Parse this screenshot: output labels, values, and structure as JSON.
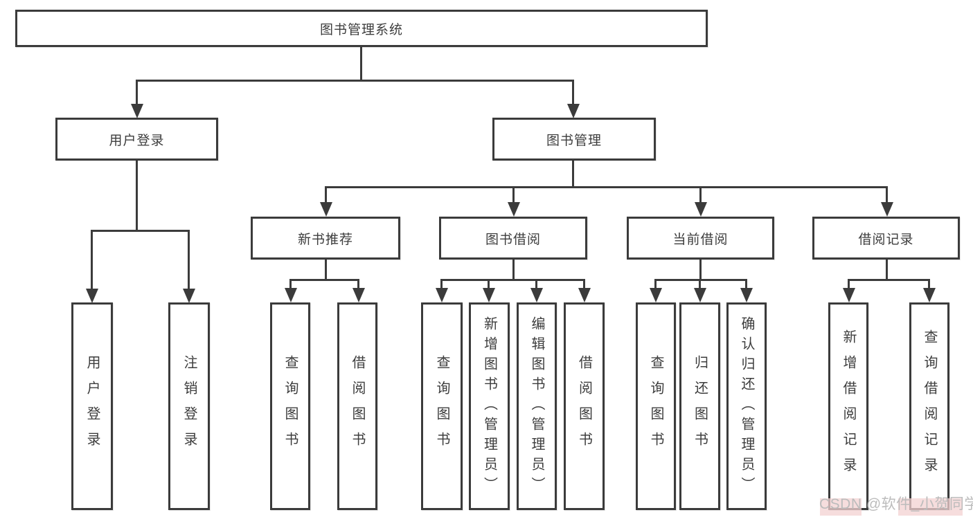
{
  "tree": {
    "label": "图书管理系统",
    "children": [
      {
        "label": "用户登录",
        "children": [
          {
            "label": "用户登录"
          },
          {
            "label": "注销登录"
          }
        ]
      },
      {
        "label": "图书管理",
        "children": [
          {
            "label": "新书推荐",
            "children": [
              {
                "label": "查询图书"
              },
              {
                "label": "借阅图书"
              }
            ]
          },
          {
            "label": "图书借阅",
            "children": [
              {
                "label": "查询图书"
              },
              {
                "label": "新增图书（管理员）"
              },
              {
                "label": "编辑图书（管理员）"
              },
              {
                "label": "借阅图书"
              }
            ]
          },
          {
            "label": "当前借阅",
            "children": [
              {
                "label": "查询图书"
              },
              {
                "label": "归还图书"
              },
              {
                "label": "确认归还（管理员）"
              }
            ]
          },
          {
            "label": "借阅记录",
            "children": [
              {
                "label": "新增借阅记录"
              },
              {
                "label": "查询借阅记录"
              }
            ]
          }
        ]
      }
    ]
  },
  "watermark": {
    "text": "CSDN @软件_小贺同学"
  },
  "colors": {
    "line": "#3b3b3b",
    "text": "#3d3d3d",
    "background": "#ffffff",
    "watermark_text": "#bcbcbc",
    "watermark_highlight": "#f3d2d2"
  }
}
